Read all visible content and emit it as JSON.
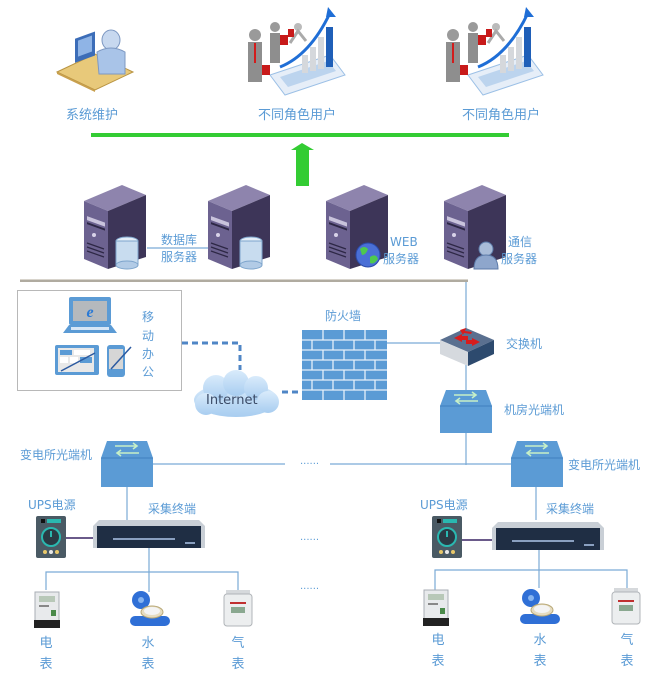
{
  "top_users": [
    {
      "label": "系统维护",
      "icon": "maintenance-person-icon"
    },
    {
      "label": "不同角色用户",
      "icon": "business-users-chart-icon"
    },
    {
      "label": "不同角色用户",
      "icon": "business-users-chart-icon"
    }
  ],
  "servers": {
    "db_label_line1": "数据库",
    "db_label_line2": "服务器",
    "web_label_line1": "WEB",
    "web_label_line2": "服务器",
    "comm_label_line1": "通信",
    "comm_label_line2": "服务器"
  },
  "mobile_office": {
    "label_chars": [
      "移",
      "动",
      "办",
      "公"
    ]
  },
  "internet": {
    "label": "Internet"
  },
  "firewall": {
    "label": "防火墙"
  },
  "switch": {
    "label": "交换机"
  },
  "room_optical": {
    "label": "机房光端机"
  },
  "substations": [
    {
      "optical_label": "变电所光端机",
      "ups_label": "UPS电源",
      "terminal_label": "采集终端",
      "meters": [
        {
          "chars": [
            "电",
            "表"
          ],
          "icon": "electric-meter-icon"
        },
        {
          "chars": [
            "水",
            "表"
          ],
          "icon": "water-meter-icon"
        },
        {
          "chars": [
            "气",
            "表"
          ],
          "icon": "gas-meter-icon"
        }
      ]
    },
    {
      "optical_label": "变电所光端机",
      "ups_label": "UPS电源",
      "terminal_label": "采集终端",
      "meters": [
        {
          "chars": [
            "电",
            "表"
          ],
          "icon": "electric-meter-icon"
        },
        {
          "chars": [
            "水",
            "表"
          ],
          "icon": "water-meter-icon"
        },
        {
          "chars": [
            "气",
            "表"
          ],
          "icon": "gas-meter-icon"
        }
      ]
    }
  ],
  "ellipsis": "······",
  "colors": {
    "label_blue": "#5b9bd5",
    "green_bus": "#33cc33",
    "server_purple": "#5a4f7a",
    "device_blue": "#5b9bd5"
  }
}
